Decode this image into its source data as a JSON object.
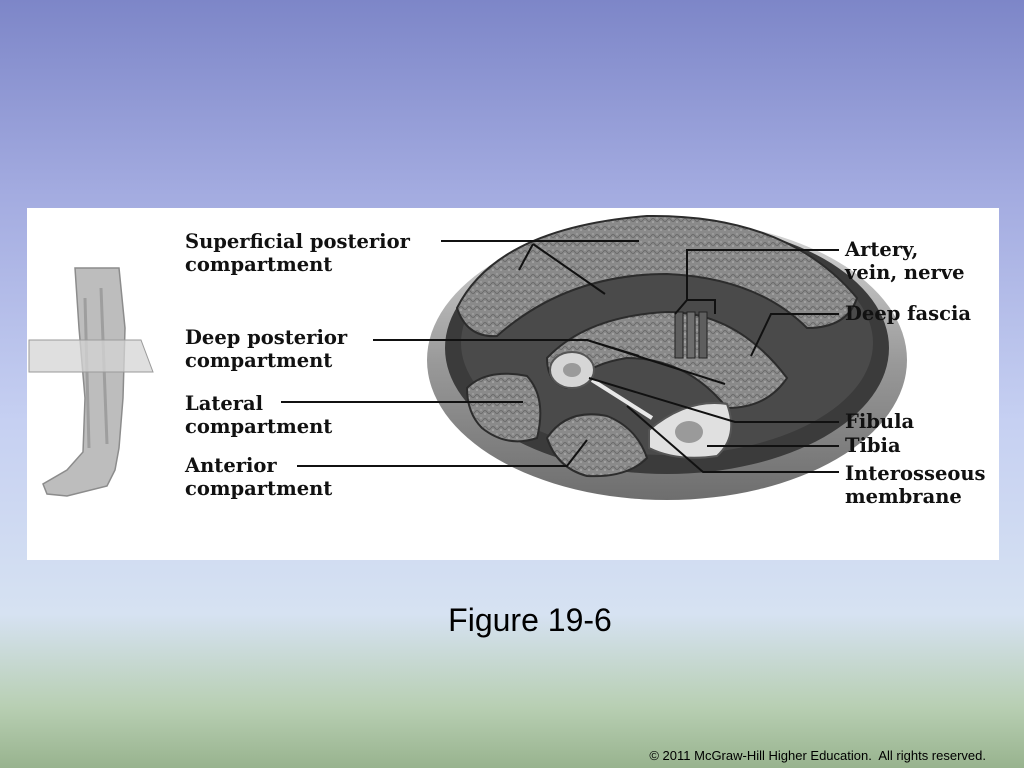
{
  "figure": {
    "labels": {
      "superficial_posterior": [
        "Superficial posterior",
        "compartment"
      ],
      "deep_posterior": [
        "Deep posterior",
        "compartment"
      ],
      "lateral": [
        "Lateral",
        "compartment"
      ],
      "anterior": [
        "Anterior",
        "compartment"
      ],
      "artery": [
        "Artery,",
        "vein, nerve"
      ],
      "deep_fascia": "Deep fascia",
      "fibula": "Fibula",
      "tibia": "Tibia",
      "interosseous": [
        "Interosseous",
        "membrane"
      ]
    }
  },
  "caption": "Figure 19-6",
  "copyright": "© 2011 McGraw-Hill Higher Education.  All rights reserved."
}
